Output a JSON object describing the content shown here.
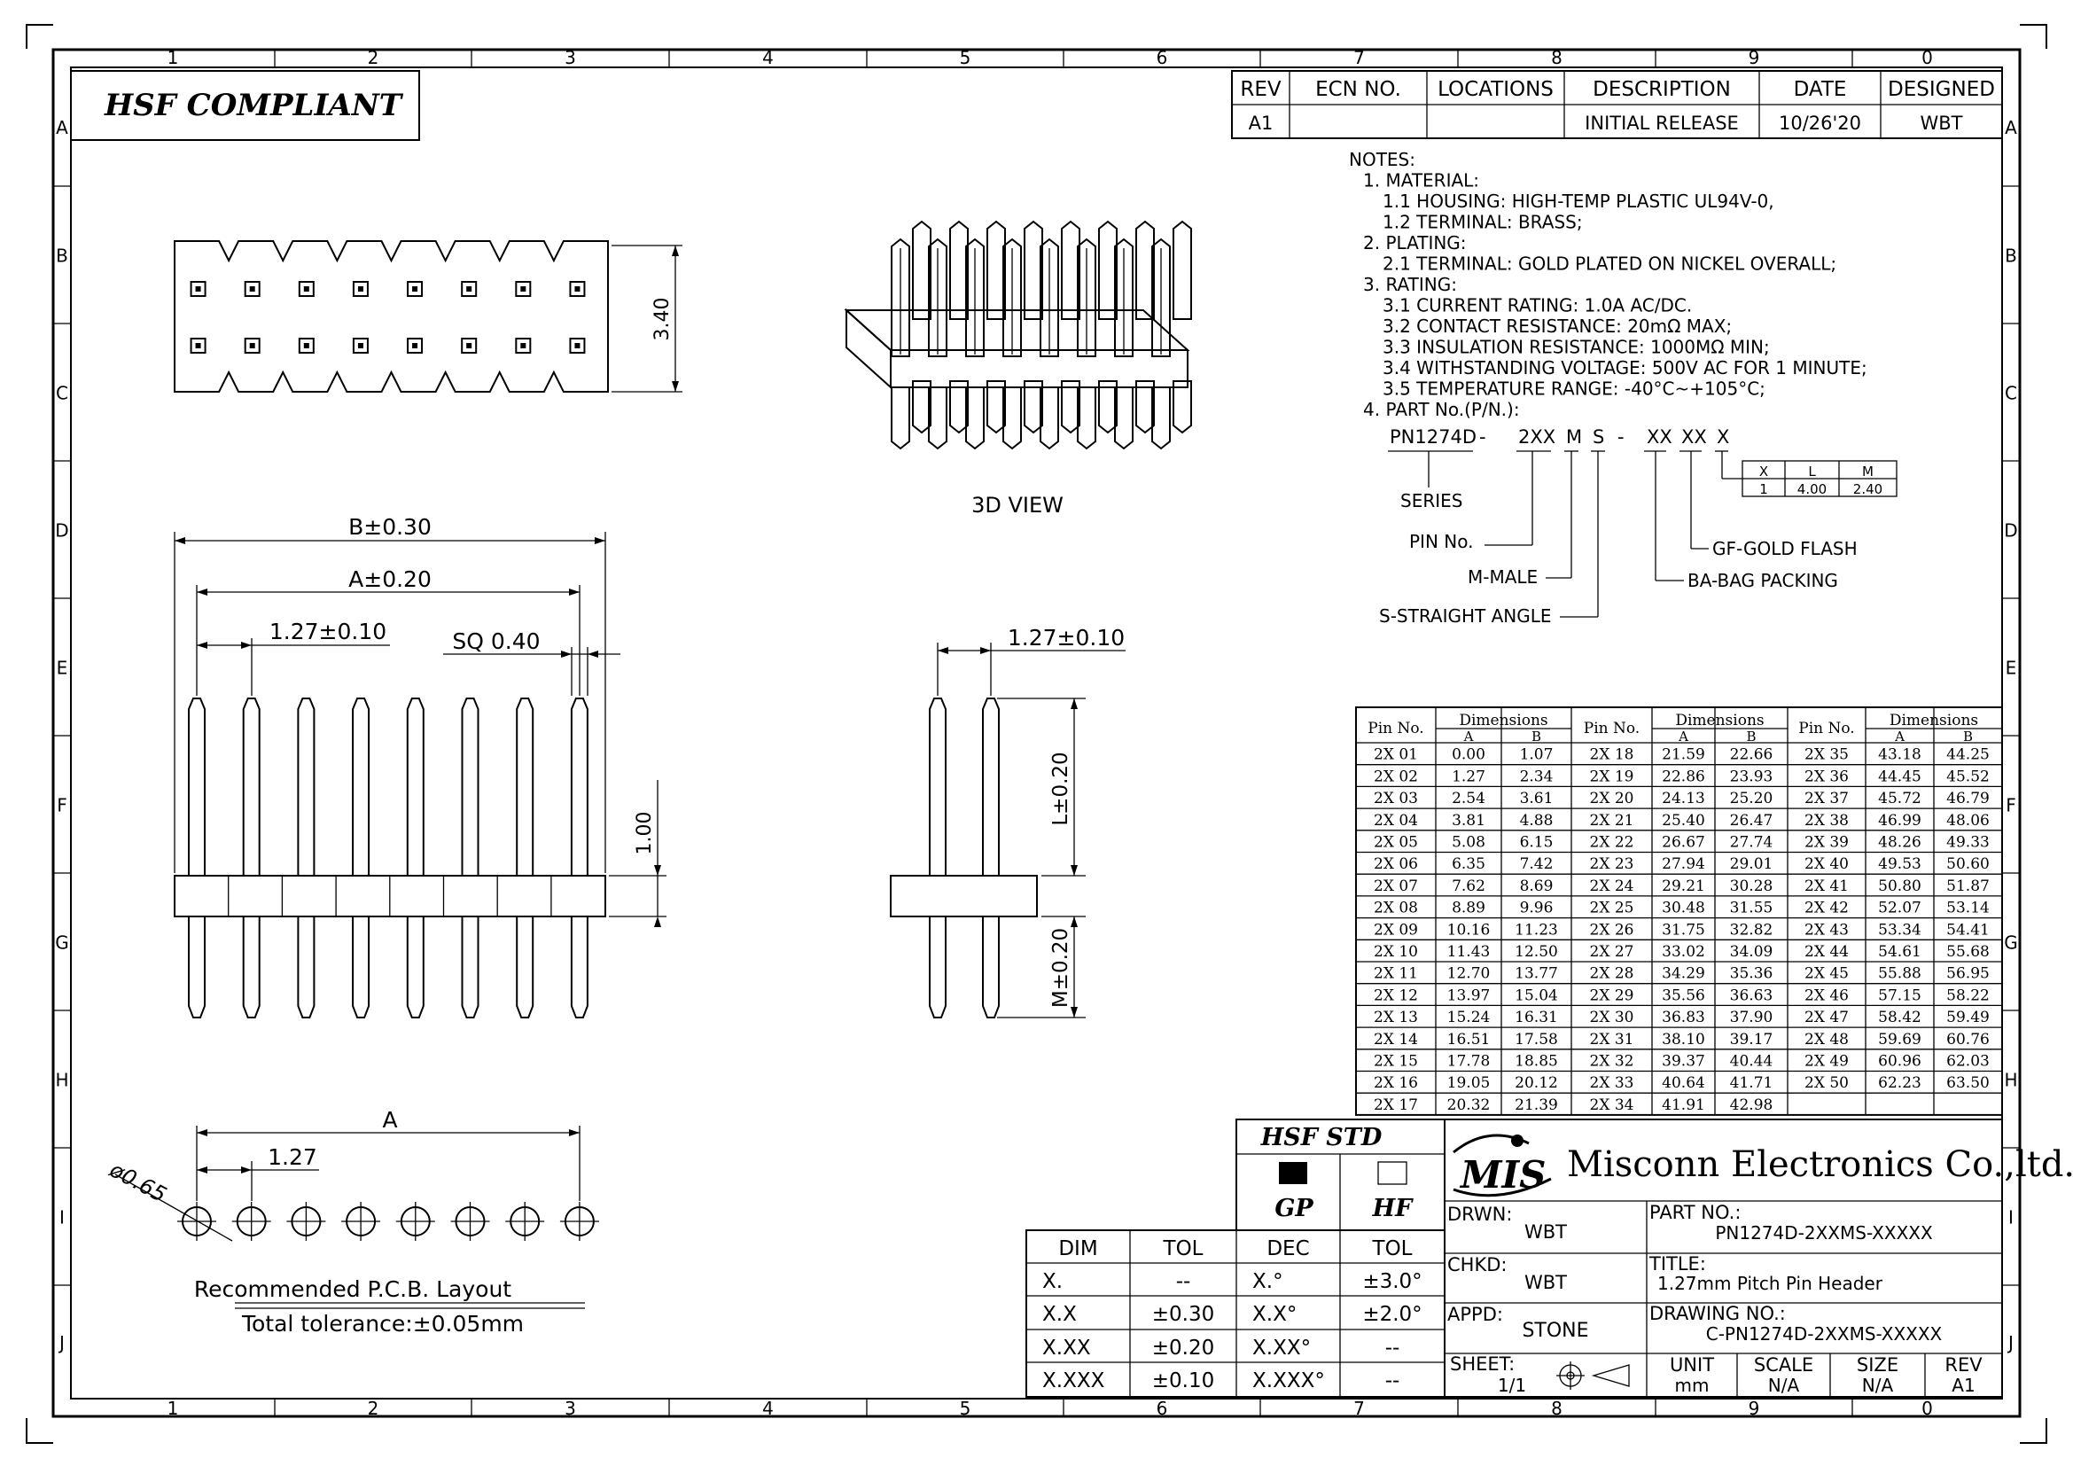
{
  "frame": {
    "zones_h": [
      "1",
      "2",
      "3",
      "4",
      "5",
      "6",
      "7",
      "8",
      "9",
      "0"
    ],
    "zones_v": [
      "A",
      "B",
      "C",
      "D",
      "E",
      "F",
      "G",
      "H",
      "I",
      "J"
    ]
  },
  "compliance": "HSF COMPLIANT",
  "revision": {
    "headers": [
      "REV",
      "ECN NO.",
      "LOCATIONS",
      "DESCRIPTION",
      "DATE",
      "DESIGNED"
    ],
    "row": [
      "A1",
      "",
      "",
      "INITIAL RELEASE",
      "10/26'20",
      "WBT"
    ]
  },
  "notes": [
    "NOTES:",
    "1. MATERIAL:",
    "1.1 HOUSING: HIGH-TEMP PLASTIC UL94V-0,",
    "1.2 TERMINAL: BRASS;",
    "2. PLATING:",
    "2.1 TERMINAL: GOLD PLATED ON NICKEL OVERALL;",
    "3. RATING:",
    "3.1 CURRENT RATING: 1.0A AC/DC.",
    "3.2 CONTACT RESISTANCE: 20mΩ MAX;",
    "3.3 INSULATION RESISTANCE: 1000MΩ MIN;",
    "3.4 WITHSTANDING VOLTAGE: 500V AC FOR 1 MINUTE;",
    "3.5 TEMPERATURE RANGE: -40°C~+105°C;",
    "4. PART No.(P/N.):"
  ],
  "part_code": {
    "parts": [
      "PN1274D",
      "-",
      "2XX",
      "M",
      "S",
      "-",
      "XX",
      "XX",
      "X"
    ],
    "labels": {
      "series": "SERIES",
      "pin": "PIN No.",
      "male": "M-MALE",
      "straight": "S-STRAIGHT ANGLE",
      "gold": "GF-GOLD FLASH",
      "bag": "BA-BAG PACKING"
    },
    "mini_table": {
      "headers": [
        "X",
        "L",
        "M"
      ],
      "row": [
        "1",
        "4.00",
        "2.40"
      ]
    }
  },
  "views": {
    "view3d_label": "3D VIEW",
    "height_340": "3.40",
    "b_dim": "B±0.30",
    "a_dim": "A±0.20",
    "pitch": "1.27±0.10",
    "sq": "SQ 0.40",
    "dim_100": "1.00",
    "side_pitch": "1.27±0.10",
    "l_dim": "L±0.20",
    "m_dim": "M±0.20",
    "pcb_a": "A",
    "pcb_pitch": "1.27",
    "hole": "ø0.65",
    "pcb_title": "Recommended P.C.B. Layout",
    "pcb_tol": "Total tolerance:±0.05mm"
  },
  "dim_table": {
    "pin_header": "Pin No.",
    "dim_header": "Dimensions",
    "col_a": "A",
    "col_b": "B",
    "rows": [
      [
        "2X 01",
        "0.00",
        "1.07",
        "2X 18",
        "21.59",
        "22.66",
        "2X 35",
        "43.18",
        "44.25"
      ],
      [
        "2X 02",
        "1.27",
        "2.34",
        "2X 19",
        "22.86",
        "23.93",
        "2X 36",
        "44.45",
        "45.52"
      ],
      [
        "2X 03",
        "2.54",
        "3.61",
        "2X 20",
        "24.13",
        "25.20",
        "2X 37",
        "45.72",
        "46.79"
      ],
      [
        "2X 04",
        "3.81",
        "4.88",
        "2X 21",
        "25.40",
        "26.47",
        "2X 38",
        "46.99",
        "48.06"
      ],
      [
        "2X 05",
        "5.08",
        "6.15",
        "2X 22",
        "26.67",
        "27.74",
        "2X 39",
        "48.26",
        "49.33"
      ],
      [
        "2X 06",
        "6.35",
        "7.42",
        "2X 23",
        "27.94",
        "29.01",
        "2X 40",
        "49.53",
        "50.60"
      ],
      [
        "2X 07",
        "7.62",
        "8.69",
        "2X 24",
        "29.21",
        "30.28",
        "2X 41",
        "50.80",
        "51.87"
      ],
      [
        "2X 08",
        "8.89",
        "9.96",
        "2X 25",
        "30.48",
        "31.55",
        "2X 42",
        "52.07",
        "53.14"
      ],
      [
        "2X 09",
        "10.16",
        "11.23",
        "2X 26",
        "31.75",
        "32.82",
        "2X 43",
        "53.34",
        "54.41"
      ],
      [
        "2X 10",
        "11.43",
        "12.50",
        "2X 27",
        "33.02",
        "34.09",
        "2X 44",
        "54.61",
        "55.68"
      ],
      [
        "2X 11",
        "12.70",
        "13.77",
        "2X 28",
        "34.29",
        "35.36",
        "2X 45",
        "55.88",
        "56.95"
      ],
      [
        "2X 12",
        "13.97",
        "15.04",
        "2X 29",
        "35.56",
        "36.63",
        "2X 46",
        "57.15",
        "58.22"
      ],
      [
        "2X 13",
        "15.24",
        "16.31",
        "2X 30",
        "36.83",
        "37.90",
        "2X 47",
        "58.42",
        "59.49"
      ],
      [
        "2X 14",
        "16.51",
        "17.58",
        "2X 31",
        "38.10",
        "39.17",
        "2X 48",
        "59.69",
        "60.76"
      ],
      [
        "2X 15",
        "17.78",
        "18.85",
        "2X 32",
        "39.37",
        "40.44",
        "2X 49",
        "60.96",
        "62.03"
      ],
      [
        "2X 16",
        "19.05",
        "20.12",
        "2X 33",
        "40.64",
        "41.71",
        "2X 50",
        "62.23",
        "63.50"
      ],
      [
        "2X 17",
        "20.32",
        "21.39",
        "2X 34",
        "41.91",
        "42.98",
        "",
        "",
        " "
      ]
    ]
  },
  "hsf_std": {
    "title": "HSF STD",
    "gp": "GP",
    "hf": "HF"
  },
  "tolerance": {
    "headers": [
      "DIM",
      "TOL",
      "DEC",
      "TOL"
    ],
    "rows": [
      [
        "X.",
        "--",
        "X.°",
        "±3.0°"
      ],
      [
        "X.X",
        "±0.30",
        "X.X°",
        "±2.0°"
      ],
      [
        "X.XX",
        "±0.20",
        "X.XX°",
        "--"
      ],
      [
        "X.XXX",
        "±0.10",
        "X.XXX°",
        "--"
      ]
    ]
  },
  "title_block": {
    "logo": "MIS",
    "company": "Misconn Electronics Co.,ltd.",
    "drwn_label": "DRWN:",
    "drwn": "WBT",
    "chkd_label": "CHKD:",
    "chkd": "WBT",
    "appd_label": "APPD:",
    "appd": "STONE",
    "part_label": "PART NO.:",
    "part_no": "PN1274D-2XXMS-XXXXX",
    "title_label": "TITLE:",
    "title": "1.27mm Pitch Pin Header",
    "drawing_label": "DRAWING NO.:",
    "drawing_no": "C-PN1274D-2XXMS-XXXXX",
    "sheet_label": "SHEET:",
    "sheet": "1/1",
    "unit_label": "UNIT",
    "unit": "mm",
    "scale_label": "SCALE",
    "scale": "N/A",
    "size_label": "SIZE",
    "size": "N/A",
    "rev_label": "REV",
    "rev": "A1"
  }
}
